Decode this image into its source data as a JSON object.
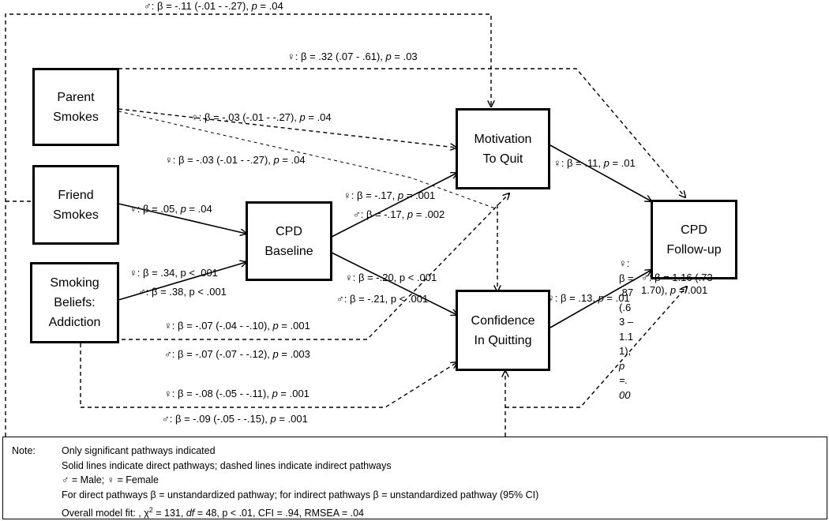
{
  "nodes": {
    "parent": [
      "Parent",
      "Smokes"
    ],
    "friend": [
      "Friend",
      "Smokes"
    ],
    "beliefs": [
      "Smoking",
      "Beliefs:",
      "Addiction"
    ],
    "cpd_baseline": [
      "CPD",
      "Baseline"
    ],
    "motivation": [
      "Motivation",
      "To Quit"
    ],
    "confidence": [
      "Confidence",
      "In Quitting"
    ],
    "cpd_followup": [
      "CPD",
      "Follow-up"
    ]
  },
  "symbols": {
    "male": "♂",
    "female": "♀"
  },
  "labels": {
    "top_male": "♂:  β = -.11 (-.01 - -.27), p = .04",
    "top_female": "♀:  β = .32 (.07 - .61), p = .03",
    "parent_mot": "♀:  β = -.03 (-.01 - -.27), p = .04",
    "parent_conf": "♀:  β = -.03 (-.01 - -.27), p = .04",
    "friend_cpd": "♀:  β = .05, p = .04",
    "beliefs_cpd_f": "♀:  β = .34, p < .001",
    "beliefs_cpd_m": "♂:  β = .38, p < .001",
    "cpd_mot_f": "♀:  β = -.17, p = .001",
    "cpd_mot_m": "♂:  β = -.17, p = .002",
    "cpd_conf_f": "♀:  β = -.20, p < .001",
    "cpd_conf_m": "♂:  β = -.21, p < .001",
    "mot_follow": "♀:  β = .11, p = .01",
    "conf_follow": "♀:  β = .13, p = .01",
    "beliefs_ind1_f": "♀:  β = -.07 (-.04 - -.10), p = .001",
    "beliefs_ind1_m": "♂:  β = -.07 (-.07 - -.12), p = .003",
    "beliefs_ind2_f": "♀:  β = -.08 (-.05 - -.11), p = .001",
    "beliefs_ind2_m": "♂:  β = -.09 (-.05 - -.15), p = .001",
    "follow_m": "♂:  β = 1.16 (.73 – 1.70), p = .001",
    "follow_f_lines": [
      "♀:",
      "β =",
      ".87",
      "(.6",
      "3 –",
      "1.1",
      "1),",
      "p",
      "=.",
      "00"
    ]
  },
  "note": {
    "heading": "Note:",
    "lines": [
      "Only significant pathways indicated",
      "Solid lines indicate direct pathways; dashed lines indicate indirect pathways",
      "♂ = Male; ♀ = Female",
      "For direct pathways β = unstandardized pathway; for indirect pathways β = unstandardized pathway (95% CI)",
      "Overall model fit: , χ2 = 131, df = 48, p < .01, CFI = .94, RMSEA = .04"
    ]
  }
}
